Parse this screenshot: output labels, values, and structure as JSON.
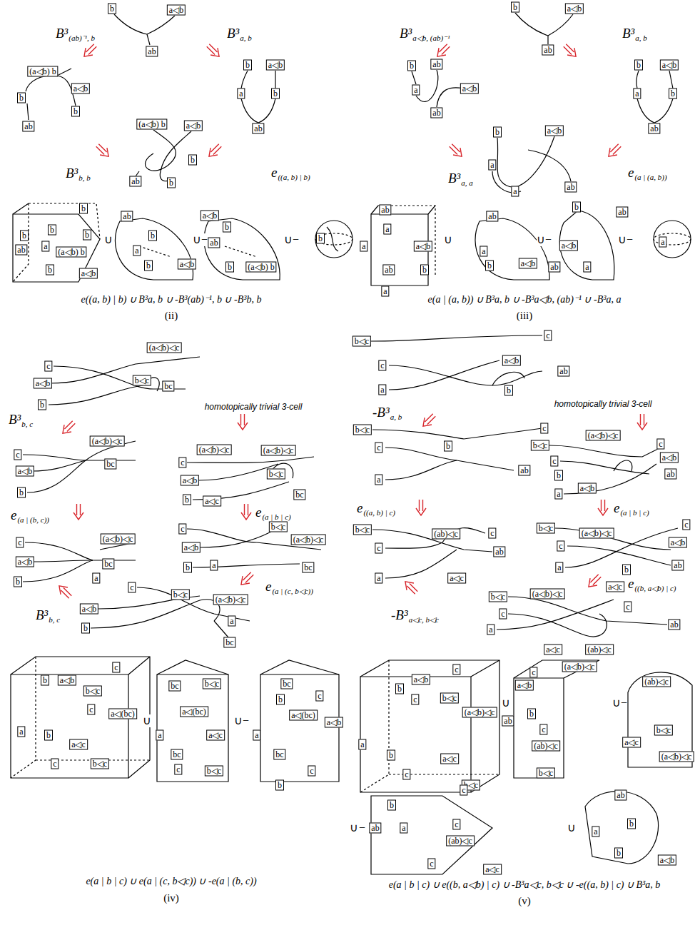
{
  "diagram": {
    "nodes": [
      {
        "text": [
          "b"
        ]
      },
      {
        "text": [
          "a◁b"
        ]
      },
      {
        "text": [
          "ab"
        ]
      },
      {
        "text": [
          "(a◁b) b"
        ]
      },
      {
        "text": [
          "a◁b"
        ]
      },
      {
        "text": [
          "b"
        ]
      },
      {
        "text": [
          "b"
        ]
      },
      {
        "text": [
          "ab"
        ]
      },
      {
        "text": [
          "b"
        ]
      },
      {
        "text": [
          "a◁b"
        ]
      },
      {
        "text": [
          "a"
        ]
      },
      {
        "text": [
          "b"
        ]
      },
      {
        "text": [
          "ab"
        ]
      },
      {
        "text": [
          "(a◁b) b"
        ]
      },
      {
        "text": [
          "a◁b"
        ]
      },
      {
        "text": [
          "b"
        ]
      },
      {
        "text": [
          "ab"
        ]
      },
      {
        "text": [
          "b"
        ]
      },
      {
        "text": [
          "b"
        ]
      },
      {
        "text": [
          "b"
        ]
      },
      {
        "text": [
          "b"
        ]
      },
      {
        "text": [
          "b"
        ]
      },
      {
        "text": [
          "ab"
        ]
      },
      {
        "text": [
          "a"
        ]
      },
      {
        "text": [
          "(a◁b) b"
        ]
      },
      {
        "text": [
          "a◁b"
        ]
      },
      {
        "text": [
          "b"
        ]
      },
      {
        "text": [
          "ab"
        ]
      },
      {
        "text": [
          "b"
        ]
      },
      {
        "text": [
          "a"
        ]
      },
      {
        "text": [
          "b"
        ]
      },
      {
        "text": [
          "a◁b"
        ]
      },
      {
        "text": [
          "a◁b"
        ]
      },
      {
        "text": [
          "ab"
        ]
      },
      {
        "text": [
          "b"
        ]
      },
      {
        "text": [
          "b"
        ]
      },
      {
        "text": [
          "(a◁b) b"
        ]
      },
      {
        "text": [
          "b"
        ]
      },
      {
        "text": [
          "b"
        ]
      },
      {
        "text": [
          "a◁b"
        ]
      },
      {
        "text": [
          "ab"
        ]
      },
      {
        "text": [
          "b"
        ]
      },
      {
        "text": [
          "ab"
        ]
      },
      {
        "text": [
          "a"
        ]
      },
      {
        "text": [
          "a◁b"
        ]
      },
      {
        "text": [
          "ab"
        ]
      },
      {
        "text": [
          "b"
        ]
      },
      {
        "text": [
          "a◁b"
        ]
      },
      {
        "text": [
          "a"
        ]
      },
      {
        "text": [
          "b"
        ]
      },
      {
        "text": [
          "ab"
        ]
      },
      {
        "text": [
          "b"
        ]
      },
      {
        "text": [
          "a◁b"
        ]
      },
      {
        "text": [
          "a"
        ]
      },
      {
        "text": [
          "a"
        ]
      },
      {
        "text": [
          "ab"
        ]
      },
      {
        "text": [
          "ab"
        ]
      },
      {
        "text": [
          "a"
        ]
      },
      {
        "text": [
          "a◁b"
        ]
      },
      {
        "text": [
          "a"
        ]
      },
      {
        "text": [
          "ab"
        ]
      },
      {
        "text": [
          "b"
        ]
      },
      {
        "text": [
          "a"
        ]
      },
      {
        "text": [
          "ab"
        ]
      },
      {
        "text": [
          "a"
        ]
      },
      {
        "text": [
          "b"
        ]
      },
      {
        "text": [
          "a◁b"
        ]
      },
      {
        "text": [
          "b"
        ]
      },
      {
        "text": [
          "ab"
        ]
      },
      {
        "text": [
          "a◁b"
        ]
      },
      {
        "text": [
          "ab"
        ]
      },
      {
        "text": [
          "a"
        ]
      },
      {
        "text": [
          "a"
        ]
      },
      {
        "text": [
          "(a◁b)◁c"
        ]
      },
      {
        "text": [
          "c"
        ]
      },
      {
        "text": [
          "a◁b"
        ]
      },
      {
        "text": [
          "b◁c"
        ]
      },
      {
        "text": [
          "bc"
        ]
      },
      {
        "text": [
          "b"
        ]
      },
      {
        "text": [
          "(a◁b)◁c"
        ]
      },
      {
        "text": [
          "c"
        ]
      },
      {
        "text": [
          "a◁b"
        ]
      },
      {
        "text": [
          "bc"
        ]
      },
      {
        "text": [
          "b"
        ]
      },
      {
        "text": [
          "c"
        ]
      },
      {
        "text": [
          "(a◁b)◁c"
        ]
      },
      {
        "text": [
          "(a◁b)◁c"
        ]
      },
      {
        "text": [
          "b◁c"
        ]
      },
      {
        "text": [
          "a◁b"
        ]
      },
      {
        "text": [
          "bc"
        ]
      },
      {
        "text": [
          "b"
        ]
      },
      {
        "text": [
          "a◁c"
        ]
      },
      {
        "text": [
          "(a◁b)◁c"
        ]
      },
      {
        "text": [
          "c"
        ]
      },
      {
        "text": [
          "a◁b"
        ]
      },
      {
        "text": [
          "bc"
        ]
      },
      {
        "text": [
          "a"
        ]
      },
      {
        "text": [
          "b"
        ]
      },
      {
        "text": [
          "c"
        ]
      },
      {
        "text": [
          "b◁c"
        ]
      },
      {
        "text": [
          "(a◁b)◁c"
        ]
      },
      {
        "text": [
          "a◁b"
        ]
      },
      {
        "text": [
          "a"
        ]
      },
      {
        "text": [
          "b"
        ]
      },
      {
        "text": [
          "bc"
        ]
      },
      {
        "text": [
          "c"
        ]
      },
      {
        "text": [
          "b◁c"
        ]
      },
      {
        "text": [
          "(a◁b)◁c"
        ]
      },
      {
        "text": [
          "a◁b"
        ]
      },
      {
        "text": [
          "b"
        ]
      },
      {
        "text": [
          "a"
        ]
      },
      {
        "text": [
          "bc"
        ]
      },
      {
        "text": [
          "c"
        ]
      },
      {
        "text": [
          "b"
        ]
      },
      {
        "text": [
          "a◁b"
        ]
      },
      {
        "text": [
          "b◁c"
        ]
      },
      {
        "text": [
          "c"
        ]
      },
      {
        "text": [
          "a◁(bc)"
        ]
      },
      {
        "text": [
          "a"
        ]
      },
      {
        "text": [
          "b"
        ]
      },
      {
        "text": [
          "a◁c"
        ]
      },
      {
        "text": [
          "c"
        ]
      },
      {
        "text": [
          "b◁c"
        ]
      },
      {
        "text": [
          "bc"
        ]
      },
      {
        "text": [
          "b◁c"
        ]
      },
      {
        "text": [
          "a◁(bc)"
        ]
      },
      {
        "text": [
          "a"
        ]
      },
      {
        "text": [
          "a◁c"
        ]
      },
      {
        "text": [
          "bc"
        ]
      },
      {
        "text": [
          "c"
        ]
      },
      {
        "text": [
          "b◁c"
        ]
      },
      {
        "text": [
          "bc"
        ]
      },
      {
        "text": [
          "b"
        ]
      },
      {
        "text": [
          "c"
        ]
      },
      {
        "text": [
          "a◁(bc)"
        ]
      },
      {
        "text": [
          "a◁b"
        ]
      },
      {
        "text": [
          "a"
        ]
      },
      {
        "text": [
          "bc"
        ]
      },
      {
        "text": [
          "c"
        ]
      },
      {
        "text": [
          "b"
        ]
      },
      {
        "text": [
          "b◁c"
        ]
      },
      {
        "text": [
          "c"
        ]
      },
      {
        "text": [
          "c"
        ]
      },
      {
        "text": [
          "a◁b"
        ]
      },
      {
        "text": [
          "ab"
        ]
      },
      {
        "text": [
          "a"
        ]
      },
      {
        "text": [
          "b"
        ]
      },
      {
        "text": [
          "b◁c"
        ]
      },
      {
        "text": [
          "c"
        ]
      },
      {
        "text": [
          "c"
        ]
      },
      {
        "text": [
          "b"
        ]
      },
      {
        "text": [
          "ab"
        ]
      },
      {
        "text": [
          "a"
        ]
      },
      {
        "text": [
          "b◁c"
        ]
      },
      {
        "text": [
          "(a◁b)◁c"
        ]
      },
      {
        "text": [
          "c"
        ]
      },
      {
        "text": [
          "c"
        ]
      },
      {
        "text": [
          "a◁b"
        ]
      },
      {
        "text": [
          "b"
        ]
      },
      {
        "text": [
          "ab"
        ]
      },
      {
        "text": [
          "a◁b"
        ]
      },
      {
        "text": [
          "a"
        ]
      },
      {
        "text": [
          "b◁c"
        ]
      },
      {
        "text": [
          "(ab)◁c"
        ]
      },
      {
        "text": [
          "c"
        ]
      },
      {
        "text": [
          "c"
        ]
      },
      {
        "text": [
          "ab"
        ]
      },
      {
        "text": [
          "a"
        ]
      },
      {
        "text": [
          "a◁c"
        ]
      },
      {
        "text": [
          "b◁c"
        ]
      },
      {
        "text": [
          "(a◁b)◁c"
        ]
      },
      {
        "text": [
          "c"
        ]
      },
      {
        "text": [
          "c"
        ]
      },
      {
        "text": [
          "a◁b"
        ]
      },
      {
        "text": [
          "a"
        ]
      },
      {
        "text": [
          "b"
        ]
      },
      {
        "text": [
          "ab"
        ]
      },
      {
        "text": [
          "a◁c"
        ]
      },
      {
        "text": [
          "b◁c"
        ]
      },
      {
        "text": [
          "(a◁b)◁c"
        ]
      },
      {
        "text": [
          "c"
        ]
      },
      {
        "text": [
          "c"
        ]
      },
      {
        "text": [
          "a"
        ]
      },
      {
        "text": [
          "ab"
        ]
      },
      {
        "text": [
          "a◁c"
        ]
      },
      {
        "text": [
          "(ab)◁c"
        ]
      },
      {
        "text": [
          "c"
        ]
      },
      {
        "text": [
          "a◁b"
        ]
      },
      {
        "text": [
          "b"
        ]
      },
      {
        "text": [
          "c"
        ]
      },
      {
        "text": [
          "b◁c"
        ]
      },
      {
        "text": [
          "(a◁b)◁c"
        ]
      },
      {
        "text": [
          "a"
        ]
      },
      {
        "text": [
          "b"
        ]
      },
      {
        "text": [
          "a◁c"
        ]
      },
      {
        "text": [
          "c"
        ]
      },
      {
        "text": [
          "b◁c"
        ]
      },
      {
        "text": [
          "c"
        ]
      },
      {
        "text": [
          "a◁b"
        ]
      },
      {
        "text": [
          "(a◁b)◁c"
        ]
      },
      {
        "text": [
          "ab"
        ]
      },
      {
        "text": [
          "b"
        ]
      },
      {
        "text": [
          "c"
        ]
      },
      {
        "text": [
          "(ab)◁c"
        ]
      },
      {
        "text": [
          "b◁c"
        ]
      },
      {
        "text": [
          "(ab)◁c"
        ]
      },
      {
        "text": [
          "b◁c"
        ]
      },
      {
        "text": [
          "a◁c"
        ]
      },
      {
        "text": [
          "(a◁b)◁c"
        ]
      },
      {
        "text": [
          "c"
        ]
      },
      {
        "text": [
          "b"
        ]
      },
      {
        "text": [
          "ab"
        ]
      },
      {
        "text": [
          "a"
        ]
      },
      {
        "text": [
          "c"
        ]
      },
      {
        "text": [
          "(ab)◁c"
        ]
      },
      {
        "text": [
          "c"
        ]
      },
      {
        "text": [
          "a◁c"
        ]
      },
      {
        "text": [
          "ab"
        ]
      },
      {
        "text": [
          "b"
        ]
      },
      {
        "text": [
          "a"
        ]
      },
      {
        "text": [
          "b"
        ]
      },
      {
        "text": [
          "a◁b"
        ]
      }
    ],
    "labels": [
      "B³",
      "(ab)⁻¹, b",
      "B³",
      "a, b",
      "B³",
      "b, b",
      "e",
      "((a, b) | b)",
      "∪",
      "∪",
      "−",
      "∪",
      "−",
      "e((a, b) | b) ∪ B³a, b ∪ -B³(ab)⁻¹, b ∪ -B³b, b",
      "(ii)",
      "B³",
      "a◁b, (ab)⁻¹",
      "B³",
      "a, b",
      "B³",
      "a, a",
      "e",
      "(a | (a, b))",
      "∪",
      "∪",
      "−",
      "∪",
      "−",
      "e(a | (a, b)) ∪ B³a, b ∪ -B³a◁b, (ab)⁻¹ ∪ -B³a, a",
      "(iii)",
      "B³",
      "b, c",
      "homotopically trivial 3-cell",
      "e",
      "(a | (b, c))",
      "e",
      "(a | b | c)",
      "e",
      "(a | (c, b◁c))",
      "B³",
      "b, c",
      "∪",
      "∪",
      "−",
      "e(a | b | c) ∪ e(a | (c, b◁c)) ∪ -e(a | (b, c))",
      "(iv)",
      "-B³",
      "a, b",
      "homotopically trivial 3-cell",
      "e",
      "((a, b) | c)",
      "e",
      "(a | b | c)",
      "e",
      "((b, a◁b) | c)",
      "-B³",
      "a◁c, b◁c",
      "∪",
      "∪",
      "−",
      "∪",
      "−",
      "∪",
      "e(a | b | c) ∪ e((b, a◁b) | c) ∪ -B³a◁c, b◁c ∪ -e((a, b) | c) ∪ B³a, b",
      "(v)"
    ]
  }
}
